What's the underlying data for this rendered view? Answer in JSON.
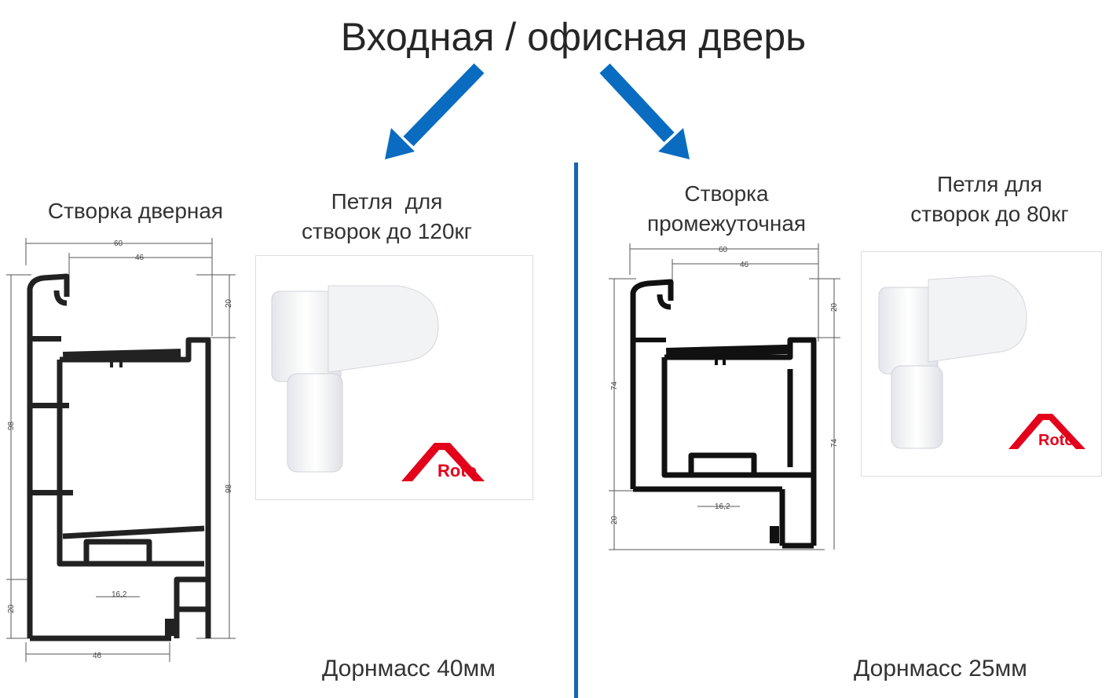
{
  "title": "Входная / офисная дверь",
  "left": {
    "profile_label": "Створка дверная",
    "hinge_label_line1": "Петля  для",
    "hinge_label_line2": "створок до 120кг",
    "caption": "Дорнмасс 40мм",
    "dims": {
      "w60": "60",
      "w46": "46",
      "h20_top": "20",
      "h98_left": "98",
      "h98_right": "98",
      "h20_bottom": "20",
      "w46_bottom": "46",
      "w16": "16,2"
    },
    "logo": "Roto"
  },
  "right": {
    "profile_label_line1": "Створка",
    "profile_label_line2": "промежуточная",
    "hinge_label_line1": "Петля для",
    "hinge_label_line2": "створок до 80кг",
    "caption": "Дорнмасс 25мм",
    "dims": {
      "w60": "60",
      "w46": "46",
      "h20_top": "20",
      "h74_left": "74",
      "h74_right": "74",
      "h20_bottom": "20",
      "w16": "16,2"
    },
    "logo": "Roto"
  },
  "colors": {
    "arrow": "#0a6cc0",
    "divider": "#1467b3",
    "logo_red": "#e3001b",
    "profile": "#222222"
  }
}
